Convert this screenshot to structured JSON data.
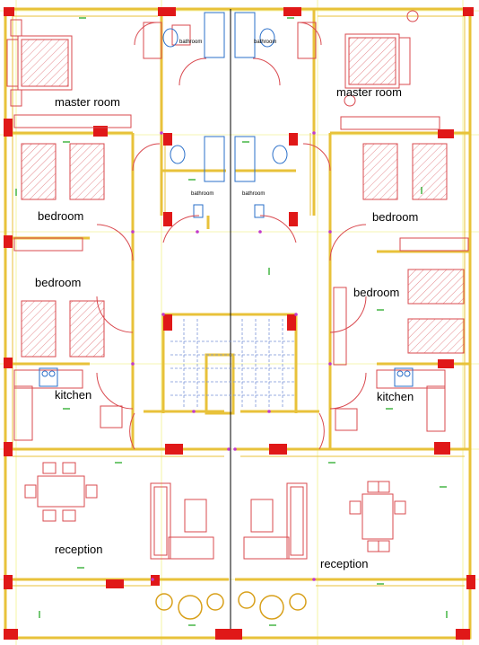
{
  "labels": {
    "master_room_left": "master room",
    "master_room_right": "master room",
    "bedroom_left_1": "bedroom",
    "bedroom_left_2": "bedroom",
    "bedroom_right_1": "bedroom",
    "bedroom_right_2": "bedroom",
    "kitchen_left": "kitchen",
    "kitchen_right": "kitchen",
    "reception_left": "reception",
    "reception_right": "reception",
    "bathroom_top_left": "bathroom",
    "bathroom_top_right": "bathroom",
    "bathroom_mid_left": "bathroom",
    "bathroom_mid_right": "bathroom"
  },
  "colors": {
    "wall": "#e8c23a",
    "furniture": "#d9484e",
    "column": "#e01818",
    "fixture": "#2a6fc9",
    "dimension": "#16a316",
    "marker": "#c23acb",
    "grid": "#e3e35a",
    "divider": "#000000"
  }
}
